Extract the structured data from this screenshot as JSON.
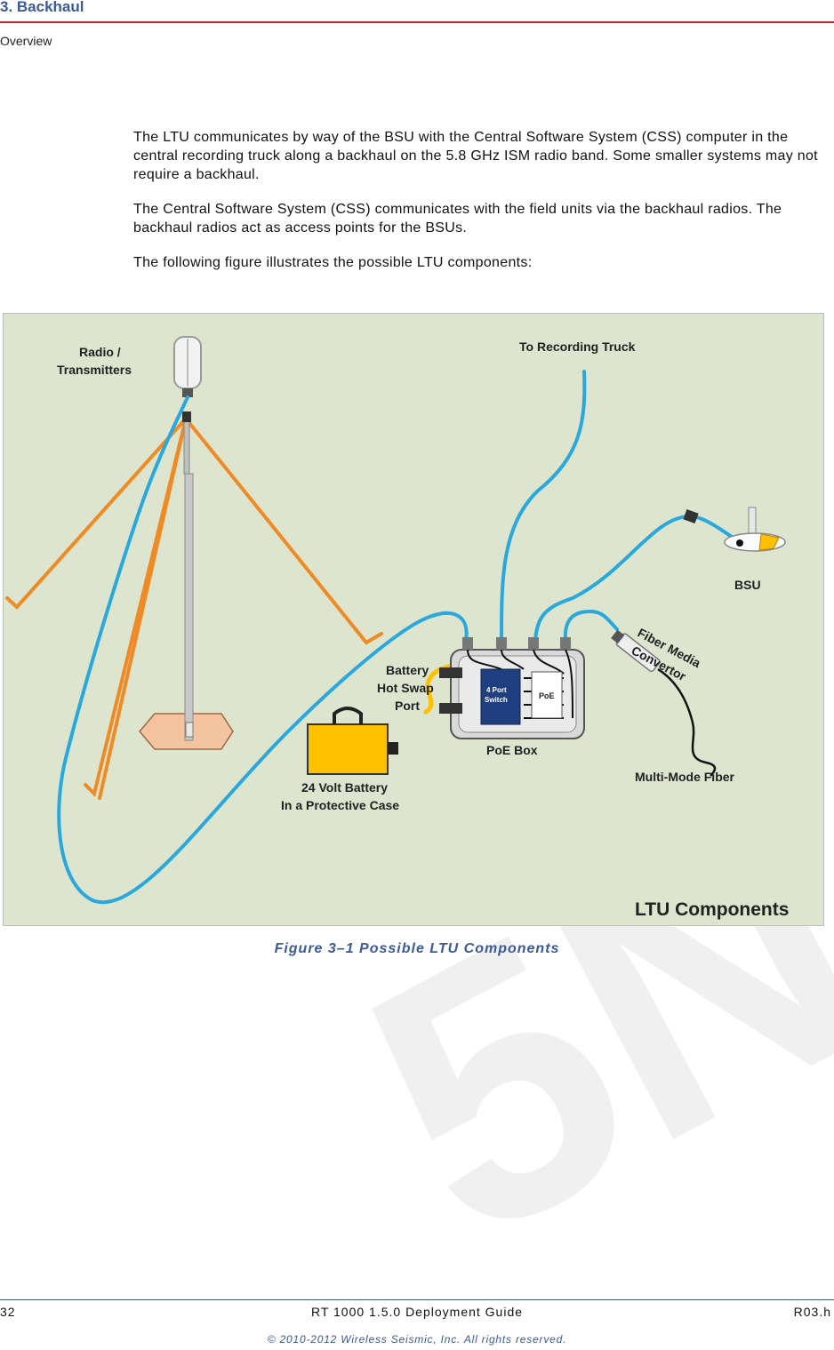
{
  "header": {
    "section_title": "3. Backhaul",
    "subsection": "Overview"
  },
  "watermark": {
    "text": "5N"
  },
  "body": {
    "paragraphs": [
      "The LTU communicates by way of the BSU with the Central Software System (CSS) computer in the central recording truck along a backhaul on the 5.8 GHz ISM radio band. Some smaller systems may not require a backhaul.",
      "The Central Software System (CSS) communicates with the field units via the backhaul radios. The backhaul radios act as access points for the BSUs.",
      "The following figure illustrates the possible LTU components:"
    ]
  },
  "figure": {
    "labels": {
      "radio_line1": "Radio /",
      "radio_line2": "Transmitters",
      "to_truck": "To Recording Truck",
      "bsu": "BSU",
      "fiber_line1": "Fiber Media",
      "fiber_line2": "Convertor",
      "battery_port_line1": "Battery",
      "battery_port_line2": "Hot Swap",
      "battery_port_line3": "Port",
      "switch_line1": "4 Port",
      "switch_line2": "Switch",
      "poe": "PoE",
      "poe_box": "PoE Box",
      "multimode": "Multi-Mode Fiber",
      "battery_line1": "24 Volt Battery",
      "battery_line2": "In a Protective Case",
      "components": "LTU Components"
    },
    "colors": {
      "background": "#dde5ce",
      "cable": "#29a8e0",
      "guy_wire": "#f08a24",
      "battery": "#ffc000"
    },
    "caption": "Figure 3–1 Possible LTU Components"
  },
  "footer": {
    "page_number": "32",
    "doc_title": "RT 1000 1.5.0 Deployment Guide",
    "revision": "R03.h",
    "copyright": "© 2010-2012 Wireless Seismic, Inc. All rights reserved."
  }
}
